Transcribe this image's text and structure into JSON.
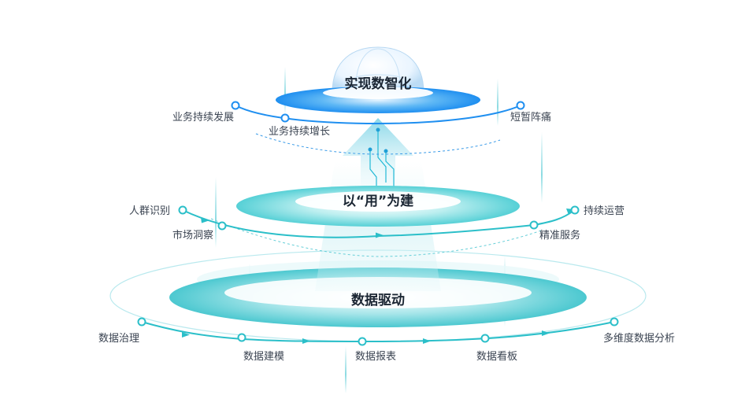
{
  "layers": {
    "top": {
      "title": "实现数智化",
      "left_outer": "业务持续发展",
      "left_inner": "业务持续增长",
      "right": "短暂阵痛"
    },
    "middle": {
      "title": "以“用”为建",
      "left_outer": "人群识别",
      "left_inner": "市场洞察",
      "right_outer": "持续运营",
      "right_inner": "精准服务"
    },
    "bottom": {
      "title": "数据驱动",
      "steps": [
        "数据治理",
        "数据建模",
        "数据报表",
        "数据看板",
        "多维度数据分析"
      ]
    }
  },
  "colors": {
    "primary_blue": "#1f8ff0",
    "teal": "#2bbfc9",
    "light_teal": "#9fe3e8",
    "text": "#3b4452"
  }
}
